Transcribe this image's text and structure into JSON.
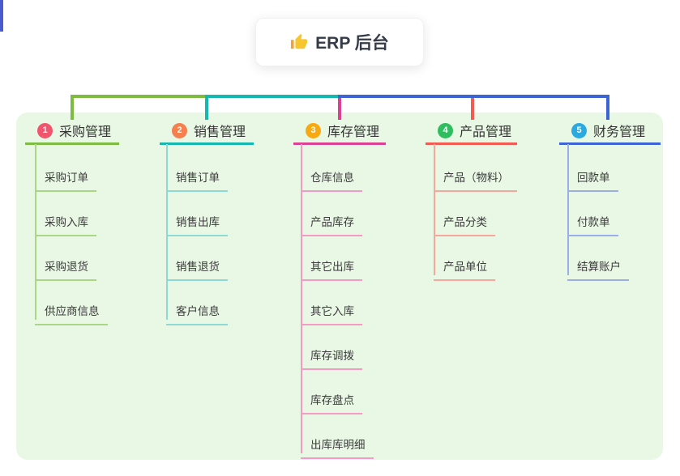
{
  "root": {
    "label": "ERP 后台",
    "icon": "thumbs-up-icon"
  },
  "colors": {
    "panel_background": "#E9F7E5",
    "root_connector": "#4A5BCE",
    "branch_1_line": "#7EBB41",
    "branch_1_item_line": "#A9D687",
    "branch_1_badge": "#F1556E",
    "branch_2_line": "#14B8B1",
    "branch_2_item_line": "#8FD9D4",
    "branch_2_badge": "#F5804E",
    "branch_3_line": "#DD3F92",
    "branch_3_item_line": "#F49BC5",
    "branch_3_badge": "#F8A912",
    "branch_4_line": "#F15B51",
    "branch_4_item_line": "#F8A79E",
    "branch_4_badge": "#2EBE60",
    "branch_5_line": "#3D64D4",
    "branch_5_item_line": "#9BAEE8",
    "branch_5_badge": "#2BAAE2"
  },
  "branches": [
    {
      "badge": "1",
      "title": "采购管理",
      "items": [
        "采购订单",
        "采购入库",
        "采购退货",
        "供应商信息"
      ]
    },
    {
      "badge": "2",
      "title": "销售管理",
      "items": [
        "销售订单",
        "销售出库",
        "销售退货",
        "客户信息"
      ]
    },
    {
      "badge": "3",
      "title": "库存管理",
      "items": [
        "仓库信息",
        "产品库存",
        "其它出库",
        "其它入库",
        "库存调拨",
        "库存盘点",
        "出库库明细"
      ]
    },
    {
      "badge": "4",
      "title": "产品管理",
      "items": [
        "产品（物料）",
        "产品分类",
        "产品单位"
      ]
    },
    {
      "badge": "5",
      "title": "财务管理",
      "items": [
        "回款单",
        "付款单",
        "结算账户"
      ]
    }
  ]
}
